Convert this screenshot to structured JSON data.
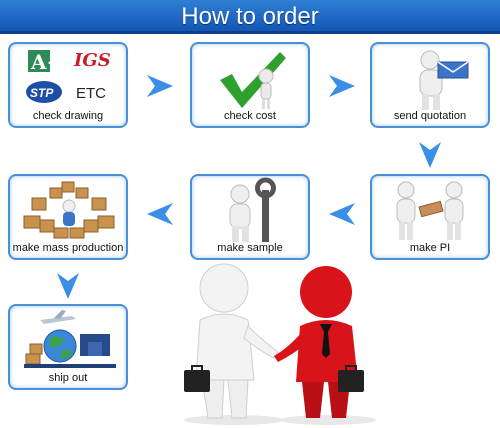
{
  "banner": {
    "title": "How to order"
  },
  "steps": [
    {
      "label": "check drawing",
      "icon": "file-format-logos"
    },
    {
      "label": "check cost",
      "icon": "green-checkmark"
    },
    {
      "label": "send quotation",
      "icon": "person-sending-mail"
    },
    {
      "label": "make PI",
      "icon": "two-people-exchanging-document"
    },
    {
      "label": "make sample",
      "icon": "person-with-wrench"
    },
    {
      "label": "make mass production",
      "icon": "boxes-pile"
    },
    {
      "label": "ship out",
      "icon": "globe-plane-truck"
    }
  ],
  "logos": {
    "a_plus": "A+",
    "igs": "IGS",
    "stp": "STP",
    "etc": "ETC"
  },
  "colors": {
    "banner": "#1c63c2",
    "arrow": "#3a8ee8",
    "border": "#4a90d9",
    "check": "#2ea02e",
    "red_figure": "#d8141a"
  }
}
